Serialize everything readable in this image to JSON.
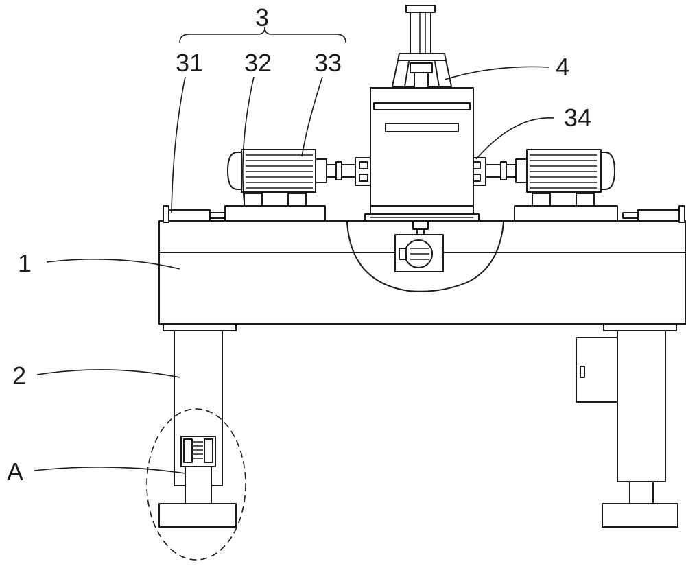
{
  "labels": {
    "group": "3",
    "part_31": "31",
    "part_32": "32",
    "part_33": "33",
    "part_4": "4",
    "part_34": "34",
    "part_1": "1",
    "part_2": "2",
    "detail_a": "A"
  },
  "colors": {
    "line": "#1a1a1a",
    "background": "#ffffff"
  }
}
